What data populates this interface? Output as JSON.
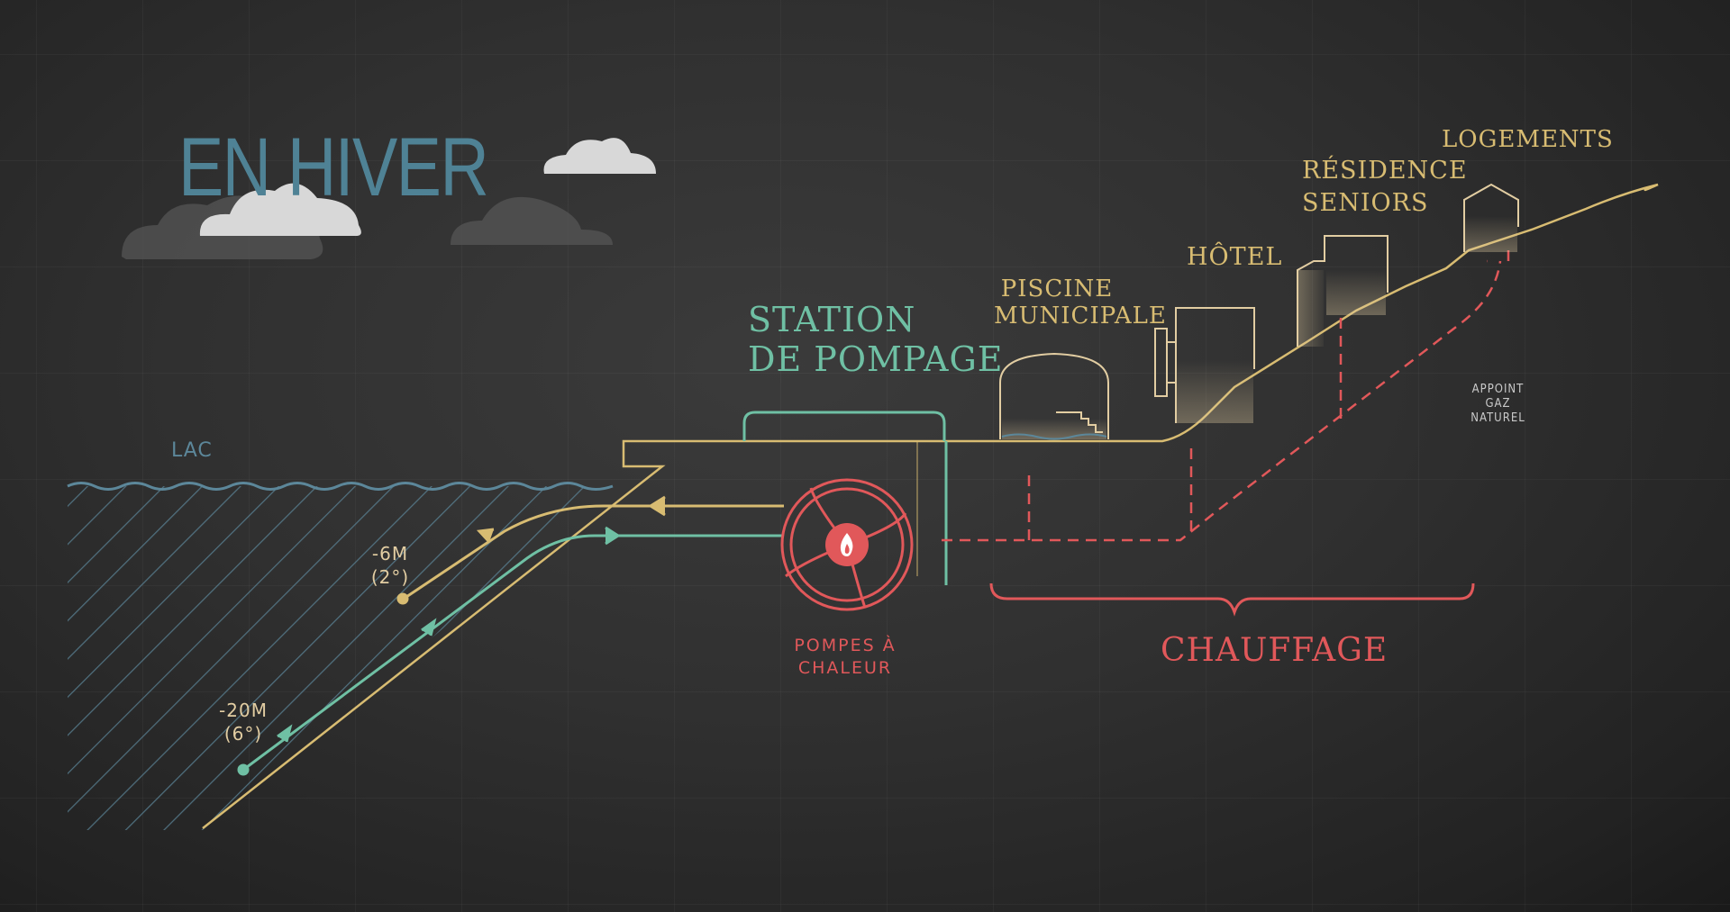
{
  "title": "EN HIVER",
  "labels": {
    "lac": "LAC",
    "station_line1": "STATION",
    "station_line2": "DE POMPAGE",
    "piscine_line1": "PISCINE",
    "piscine_line2": "MUNICIPALE",
    "hotel": "HÔTEL",
    "residence_line1": "RÉSIDENCE",
    "residence_line2": "SENIORS",
    "logements": "LOGEMENTS",
    "appoint_line1": "APPOINT",
    "appoint_line2": "GAZ",
    "appoint_line3": "NATUREL",
    "depth1_line1": "-6M",
    "depth1_line2": "(2°)",
    "depth2_line1": "-20M",
    "depth2_line2": "(6°)",
    "pompes_line1": "POMPES À",
    "pompes_line2": "CHALEUR",
    "chauffage": "CHAUFFAGE"
  },
  "icons": {
    "heat_pump": "flame-icon",
    "clouds": "cloud-icon"
  },
  "colors": {
    "background": "#2f2f2f",
    "water": "#5c879a",
    "ground": "#d8bc72",
    "supply_pipe": "#d8bc72",
    "return_pipe": "#6fc0a4",
    "heating": "#e1585a",
    "station": "#6fc0a4"
  }
}
